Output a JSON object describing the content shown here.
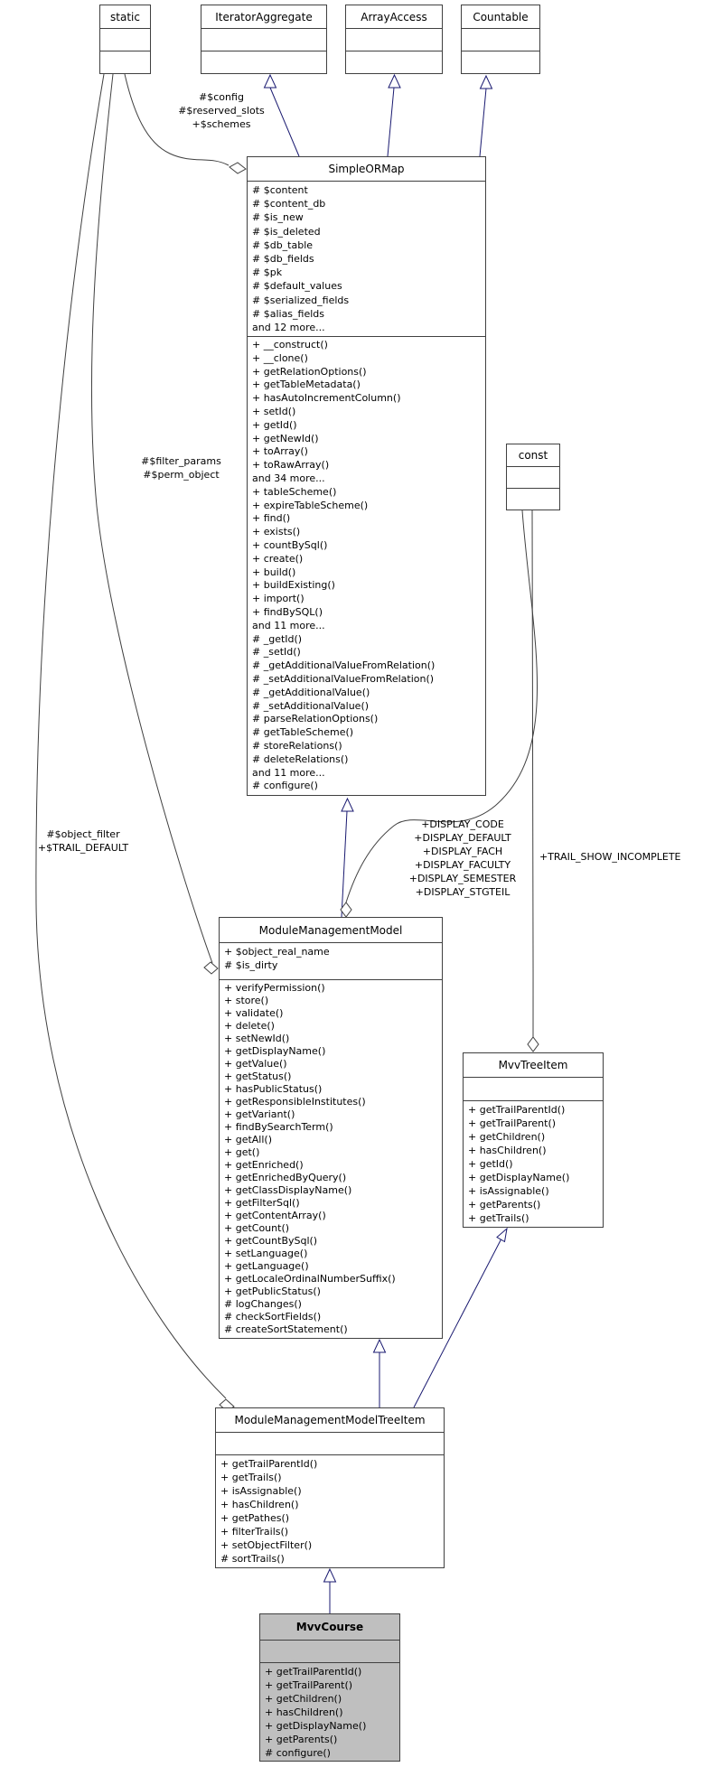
{
  "diagram": {
    "classes": [
      {
        "id": "static",
        "title": "static",
        "attributes": [],
        "methods": []
      },
      {
        "id": "iterator-aggregate",
        "title": "IteratorAggregate",
        "attributes": [],
        "methods": []
      },
      {
        "id": "array-access",
        "title": "ArrayAccess",
        "attributes": [],
        "methods": []
      },
      {
        "id": "countable",
        "title": "Countable",
        "attributes": [],
        "methods": []
      },
      {
        "id": "simpleormap",
        "title": "SimpleORMap",
        "attributes": [
          "# $content",
          "# $content_db",
          "# $is_new",
          "# $is_deleted",
          "# $db_table",
          "# $db_fields",
          "# $pk",
          "# $default_values",
          "# $serialized_fields",
          "# $alias_fields",
          "and 12 more..."
        ],
        "methods": [
          "+ __construct()",
          "+ __clone()",
          "+ getRelationOptions()",
          "+ getTableMetadata()",
          "+ hasAutoIncrementColumn()",
          "+ setId()",
          "+ getId()",
          "+ getNewId()",
          "+ toArray()",
          "+ toRawArray()",
          "and 34 more...",
          "+ tableScheme()",
          "+ expireTableScheme()",
          "+ find()",
          "+ exists()",
          "+ countBySql()",
          "+ create()",
          "+ build()",
          "+ buildExisting()",
          "+ import()",
          "+ findBySQL()",
          "and 11 more...",
          "# _getId()",
          "# _setId()",
          "# _getAdditionalValueFromRelation()",
          "# _setAdditionalValueFromRelation()",
          "# _getAdditionalValue()",
          "# _setAdditionalValue()",
          "# parseRelationOptions()",
          "# getTableScheme()",
          "# storeRelations()",
          "# deleteRelations()",
          "and 11 more...",
          "# configure()"
        ]
      },
      {
        "id": "const",
        "title": "const",
        "attributes": [],
        "methods": []
      },
      {
        "id": "module-management-model",
        "title": "ModuleManagementModel",
        "attributes": [
          "+ $object_real_name",
          "# $is_dirty"
        ],
        "methods": [
          "+ verifyPermission()",
          "+ store()",
          "+ validate()",
          "+ delete()",
          "+ setNewId()",
          "+ getDisplayName()",
          "+ getValue()",
          "+ getStatus()",
          "+ hasPublicStatus()",
          "+ getResponsibleInstitutes()",
          "+ getVariant()",
          "+ findBySearchTerm()",
          "+ getAll()",
          "+ get()",
          "+ getEnriched()",
          "+ getEnrichedByQuery()",
          "+ getClassDisplayName()",
          "+ getFilterSql()",
          "+ getContentArray()",
          "+ getCount()",
          "+ getCountBySql()",
          "+ setLanguage()",
          "+ getLanguage()",
          "+ getLocaleOrdinalNumberSuffix()",
          "+ getPublicStatus()",
          "# logChanges()",
          "# checkSortFields()",
          "# createSortStatement()"
        ]
      },
      {
        "id": "mvv-tree-item",
        "title": "MvvTreeItem",
        "attributes": [],
        "methods": [
          "+ getTrailParentId()",
          "+ getTrailParent()",
          "+ getChildren()",
          "+ hasChildren()",
          "+ getId()",
          "+ getDisplayName()",
          "+ isAssignable()",
          "+ getParents()",
          "+ getTrails()"
        ]
      },
      {
        "id": "module-management-model-tree-item",
        "title": "ModuleManagementModelTreeItem",
        "attributes": [],
        "methods": [
          "+ getTrailParentId()",
          "+ getTrails()",
          "+ isAssignable()",
          "+ hasChildren()",
          "+ getPathes()",
          "+ filterTrails()",
          "+ setObjectFilter()",
          "# sortTrails()"
        ]
      },
      {
        "id": "mvv-course",
        "title": "MvvCourse",
        "attributes": [],
        "methods": [
          "+ getTrailParentId()",
          "+ getTrailParent()",
          "+ getChildren()",
          "+ hasChildren()",
          "+ getDisplayName()",
          "+ getParents()",
          "# configure()"
        ]
      }
    ],
    "edge_labels": {
      "static_to_simpleormap": [
        "#$config",
        "#$reserved_slots",
        "+$schemes"
      ],
      "static_to_model": [
        "#$filter_params",
        "#$perm_object"
      ],
      "static_to_tree_item": [
        "#$object_filter",
        "+$TRAIL_DEFAULT"
      ],
      "const_to_model": [
        "+DISPLAY_CODE",
        "+DISPLAY_DEFAULT",
        "+DISPLAY_FACH",
        "+DISPLAY_FACULTY",
        "+DISPLAY_SEMESTER",
        "+DISPLAY_STGTEIL"
      ],
      "const_to_mvv_tree_item": [
        "+TRAIL_SHOW_INCOMPLETE"
      ]
    },
    "colors": {
      "inheritance": "#191970",
      "aggregation": "#404040",
      "box_border": "#404040",
      "highlight_fill": "#bfbfbf"
    }
  }
}
